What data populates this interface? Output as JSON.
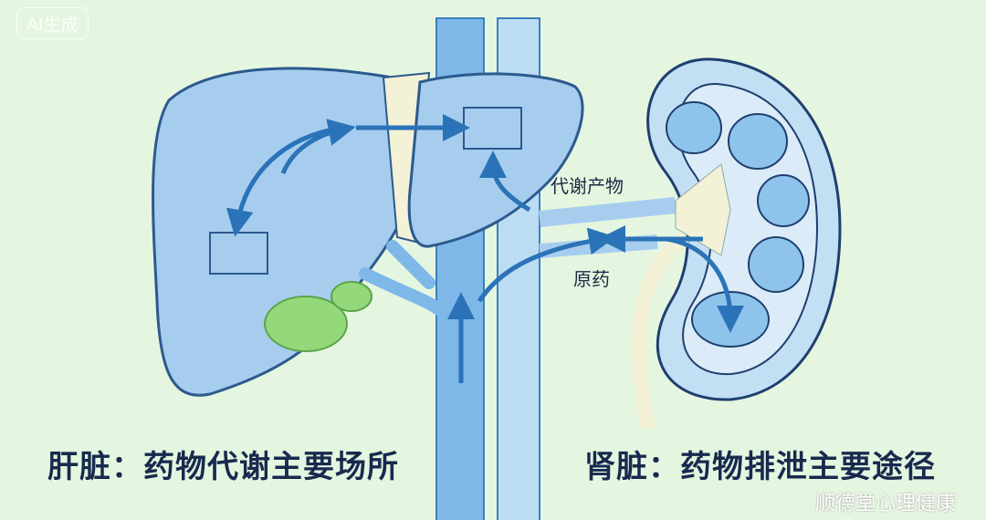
{
  "badge": "AI生成",
  "labels": {
    "metabolites": "代谢产物",
    "parent_drug": "原药"
  },
  "captions": {
    "liver": "肝脏：药物代谢主要场所",
    "kidney": "肾脏：药物排泄主要途径"
  },
  "watermark": "顺德堂心理健康",
  "colors": {
    "background": "#e5f6e0",
    "organ_fill": "#a7cdee",
    "outline": "#2c5a8e",
    "arrow": "#2b73b8",
    "gallbladder": "#93d87a"
  }
}
